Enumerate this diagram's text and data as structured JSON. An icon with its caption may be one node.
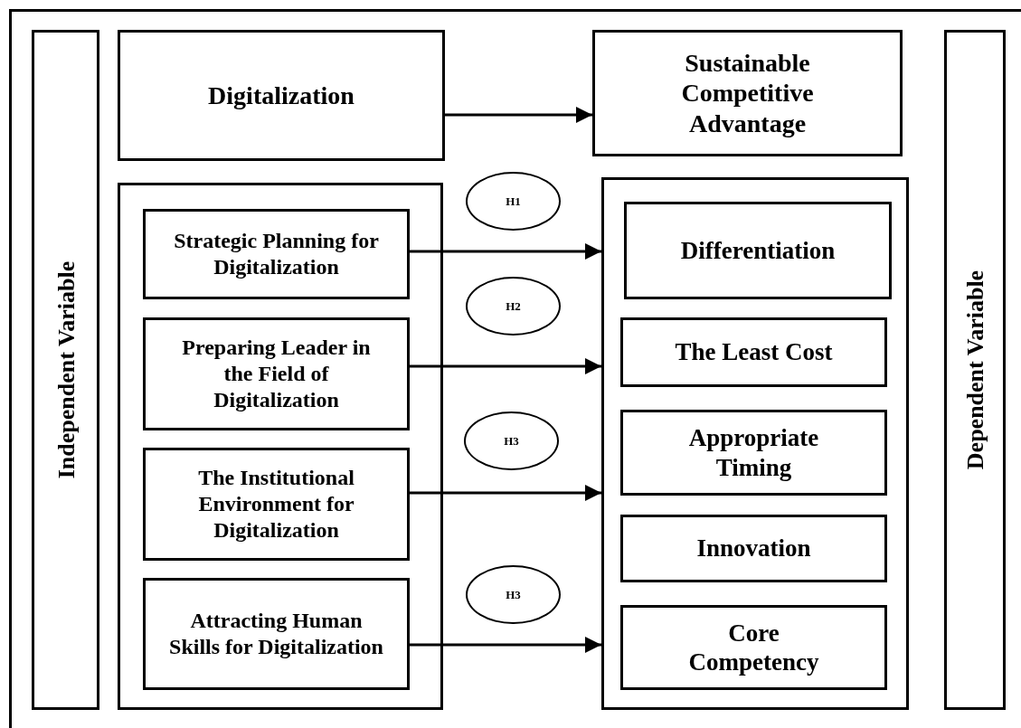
{
  "diagram": {
    "nodes": [
      {
        "text": [
          "Independent Variable"
        ]
      },
      {
        "text": [
          "Digitalization"
        ]
      },
      {
        "text": [
          "Sustainable Competitive Advantage"
        ]
      },
      {
        "text": [],
        "shape": "box"
      },
      {
        "text": [
          "Strategic Planning for Digitalization"
        ],
        "in": 3
      },
      {
        "text": [
          "Preparing Leader in the Field of Digitalization"
        ],
        "in": 3
      },
      {
        "text": [
          "The Institutional Environment for Digitalization"
        ],
        "in": 3
      },
      {
        "text": [
          "Attracting Human Skills for Digitalization"
        ],
        "in": 3
      },
      {
        "text": [],
        "shape": "box"
      },
      {
        "text": [
          "Differentiation"
        ],
        "in": 8
      },
      {
        "text": [
          "The Least Cost"
        ],
        "in": 8
      },
      {
        "text": [
          "Appropriate Timing"
        ],
        "in": 8
      },
      {
        "text": [
          "Innovation"
        ],
        "in": 8
      },
      {
        "text": [
          "Core Competency"
        ],
        "in": 8
      },
      {
        "text": [
          "Dependent Variable"
        ]
      },
      {
        "text": [
          "H1"
        ]
      },
      {
        "text": [
          "H2"
        ]
      },
      {
        "text": [
          "H3"
        ]
      },
      {
        "text": [
          "H3"
        ]
      }
    ],
    "edges": [
      {
        "from": 1,
        "to": 2,
        "arrow": "to"
      },
      {
        "from": 4,
        "to": 8,
        "arrow": "to"
      },
      {
        "from": 5,
        "to": 8,
        "arrow": "to"
      },
      {
        "from": 6,
        "to": 8,
        "arrow": "to"
      },
      {
        "from": 7,
        "to": 8,
        "arrow": "to"
      }
    ]
  }
}
